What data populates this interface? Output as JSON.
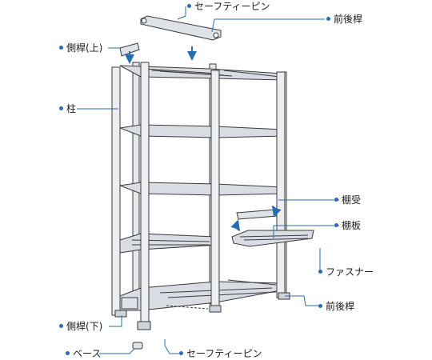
{
  "labels": {
    "safety_pin_top": "セーフティーピン",
    "front_back_beam_top": "前後桿",
    "side_beam_upper": "側桿(上)",
    "column": "柱",
    "shelf_support": "棚受",
    "shelf_board": "棚板",
    "fastener": "ファスナー",
    "front_back_beam_bottom": "前後桿",
    "side_beam_lower": "側桿(下)",
    "base": "ベース",
    "safety_pin_bottom": "セーフティーピン"
  },
  "colors": {
    "accent": "#2a6cb0",
    "line": "#3a3a3a",
    "frame_fill": "#e6e9ee",
    "shelf_fill": "#d9dde3"
  }
}
